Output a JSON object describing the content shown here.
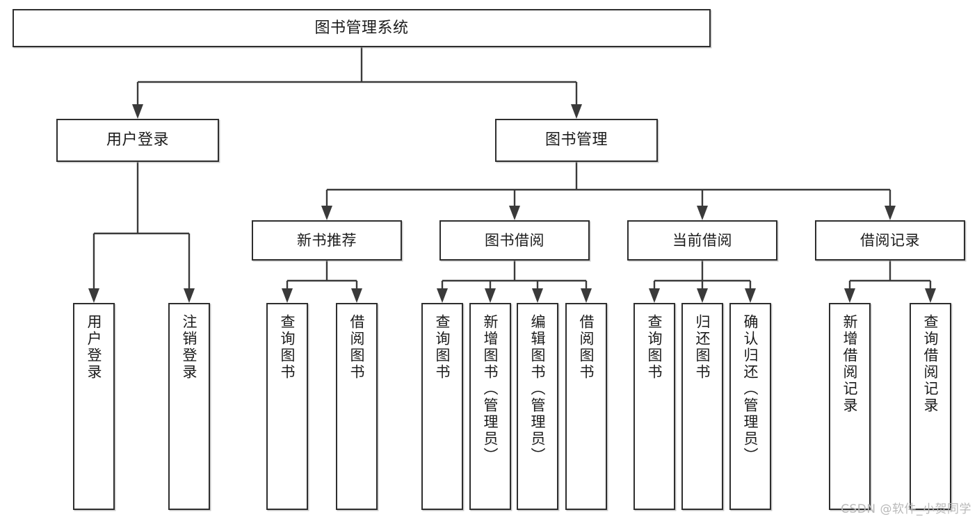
{
  "diagram": {
    "title": "图书管理系统",
    "root": {
      "label": "图书管理系统"
    },
    "level1": [
      {
        "label": "用户登录"
      },
      {
        "label": "图书管理"
      }
    ],
    "level2": [
      {
        "label": "新书推荐"
      },
      {
        "label": "图书借阅"
      },
      {
        "label": "当前借阅"
      },
      {
        "label": "借阅记录"
      }
    ],
    "leaves": {
      "user_login": [
        {
          "label": "用户登录"
        },
        {
          "label": "注销登录"
        }
      ],
      "new_book": [
        {
          "label": "查询图书"
        },
        {
          "label": "借阅图书"
        }
      ],
      "borrow_book": [
        {
          "label": "查询图书"
        },
        {
          "label": "新增图书（管理员）"
        },
        {
          "label": "编辑图书（管理员）"
        },
        {
          "label": "借阅图书"
        }
      ],
      "current_borrow": [
        {
          "label": "查询图书"
        },
        {
          "label": "归还图书"
        },
        {
          "label": "确认归还（管理员）"
        }
      ],
      "borrow_record": [
        {
          "label": "新增借阅记录"
        },
        {
          "label": "查询借阅记录"
        }
      ]
    },
    "watermark": "CSDN @软件_小贺同学",
    "colors": {
      "box_border": "#2e2e2e",
      "connector": "#3a3a3a",
      "background": "#ffffff",
      "watermark": "#b9b9b9"
    }
  }
}
